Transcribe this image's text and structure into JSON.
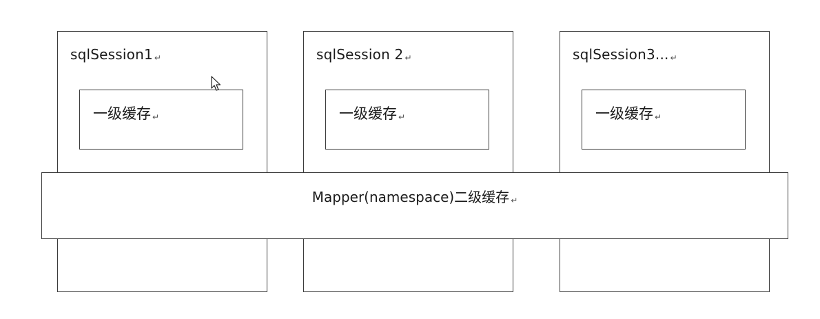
{
  "sessions": [
    {
      "label": "sqlSession1",
      "cache_label": "一级缓存"
    },
    {
      "label": "sqlSession 2",
      "cache_label": "一级缓存"
    },
    {
      "label": "sqlSession3...",
      "cache_label": "一级缓存"
    }
  ],
  "mapper": {
    "label": "Mapper(namespace)二级缓存"
  },
  "paragraph_mark": "↵",
  "icons": {
    "cursor": "mouse-pointer-icon"
  }
}
